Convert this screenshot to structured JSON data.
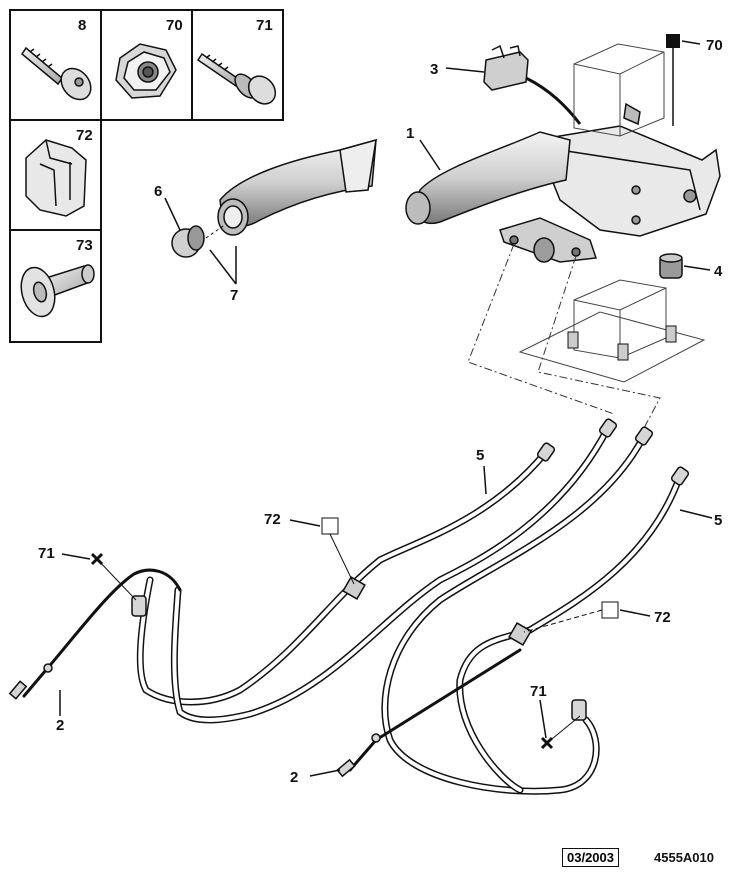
{
  "parts_table": [
    {
      "id": "8"
    },
    {
      "id": "70"
    },
    {
      "id": "71"
    },
    {
      "id": "72"
    },
    {
      "id": "73"
    }
  ],
  "callouts": [
    {
      "id": "1"
    },
    {
      "id": "2"
    },
    {
      "id": "2"
    },
    {
      "id": "3"
    },
    {
      "id": "4"
    },
    {
      "id": "5"
    },
    {
      "id": "5"
    },
    {
      "id": "6"
    },
    {
      "id": "7"
    },
    {
      "id": "70"
    },
    {
      "id": "71"
    },
    {
      "id": "71"
    },
    {
      "id": "72"
    },
    {
      "id": "72"
    }
  ],
  "footer": {
    "date": "03/2003",
    "code": "4555A010"
  },
  "colors": {
    "ink": "#111111",
    "shade": "#bdbdbd",
    "light": "#e6e6e6"
  }
}
